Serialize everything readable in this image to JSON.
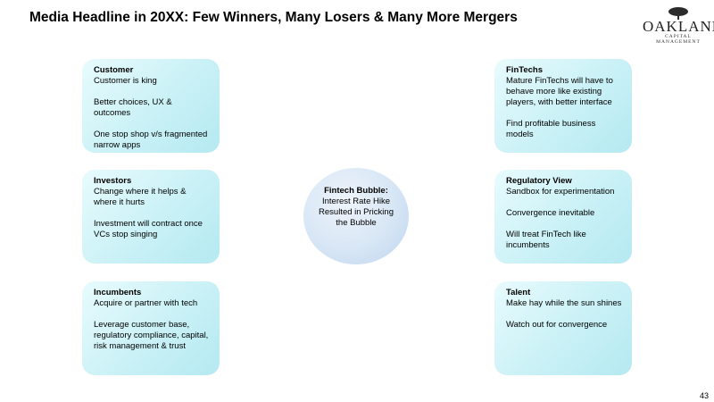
{
  "title": "Media Headline in 20XX: Few Winners, Many Losers & Many More Mergers",
  "logo": {
    "name": "OAKLANE",
    "sub": "CAPITAL MANAGEMENT"
  },
  "center": {
    "heading": "Fintech Bubble:",
    "text": "Interest Rate Hike Resulted in Pricking the Bubble"
  },
  "boxes": {
    "customer": {
      "heading": "Customer",
      "p1": "Customer is king",
      "p2": "Better choices, UX & outcomes",
      "p3": "One stop shop v/s fragmented narrow apps"
    },
    "investors": {
      "heading": "Investors",
      "p1": "Change where it helps & where it hurts",
      "p2": "Investment will contract once VCs stop singing"
    },
    "incumbents": {
      "heading": "Incumbents",
      "p1": "Acquire or partner with tech",
      "p2": "Leverage customer base, regulatory compliance, capital, risk management & trust"
    },
    "fintechs": {
      "heading": "FinTechs",
      "p1": "Mature FinTechs will have to behave more like existing players, with better interface",
      "p2": "Find profitable business models"
    },
    "regulatory": {
      "heading": "Regulatory View",
      "p1": "Sandbox for experimentation",
      "p2": "Convergence inevitable",
      "p3": "Will treat FinTech like incumbents"
    },
    "talent": {
      "heading": "Talent",
      "p1": "Make hay while the sun shines",
      "p2": "Watch out for convergence"
    }
  },
  "page_number": "43"
}
